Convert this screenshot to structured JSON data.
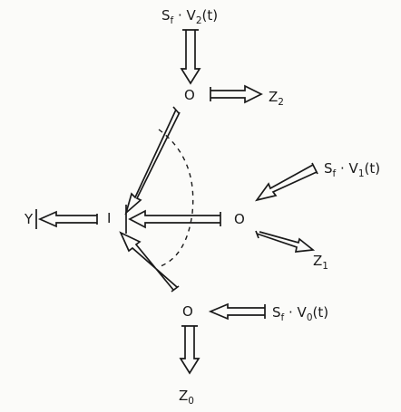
{
  "nodes": {
    "top": "O",
    "middle": "O",
    "bottom": "O",
    "center": "I"
  },
  "labels": {
    "top_input": {
      "main": "S",
      "sub1": "f",
      "mid": " · V",
      "sub2": "2",
      "tail": "(t)"
    },
    "mid_input": {
      "main": "S",
      "sub1": "f",
      "mid": " · V",
      "sub2": "1",
      "tail": "(t)"
    },
    "bot_input": {
      "main": "S",
      "sub1": "f",
      "mid": " · V",
      "sub2": "0",
      "tail": "(t)"
    },
    "z2": {
      "main": "Z",
      "sub": "2"
    },
    "z1": {
      "main": "Z",
      "sub": "1"
    },
    "z0": {
      "main": "Z",
      "sub": "0"
    },
    "y": "Y"
  }
}
